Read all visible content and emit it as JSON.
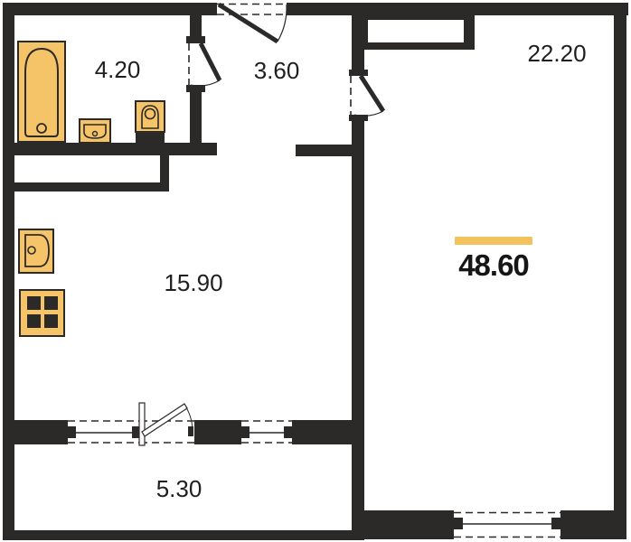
{
  "plan": {
    "total_area": {
      "value": "48.60"
    },
    "rooms": [
      {
        "id": "bathroom",
        "area": "4.20"
      },
      {
        "id": "hallway",
        "area": "3.60"
      },
      {
        "id": "living-room",
        "area": "22.20"
      },
      {
        "id": "kitchen-living",
        "area": "15.90"
      },
      {
        "id": "balcony",
        "area": "5.30"
      }
    ],
    "fixtures": [
      "bathtub-icon",
      "washbasin-icon",
      "toilet-icon",
      "kitchen-sink-icon",
      "stove-icon"
    ],
    "colors": {
      "wall": "#2b2a29",
      "background": "#ffffff",
      "text": "#1f1f1f",
      "fixture_fill": "#f5c469",
      "fixture_stroke": "#2b2a29",
      "accent_bar": "#f2c35c"
    }
  }
}
